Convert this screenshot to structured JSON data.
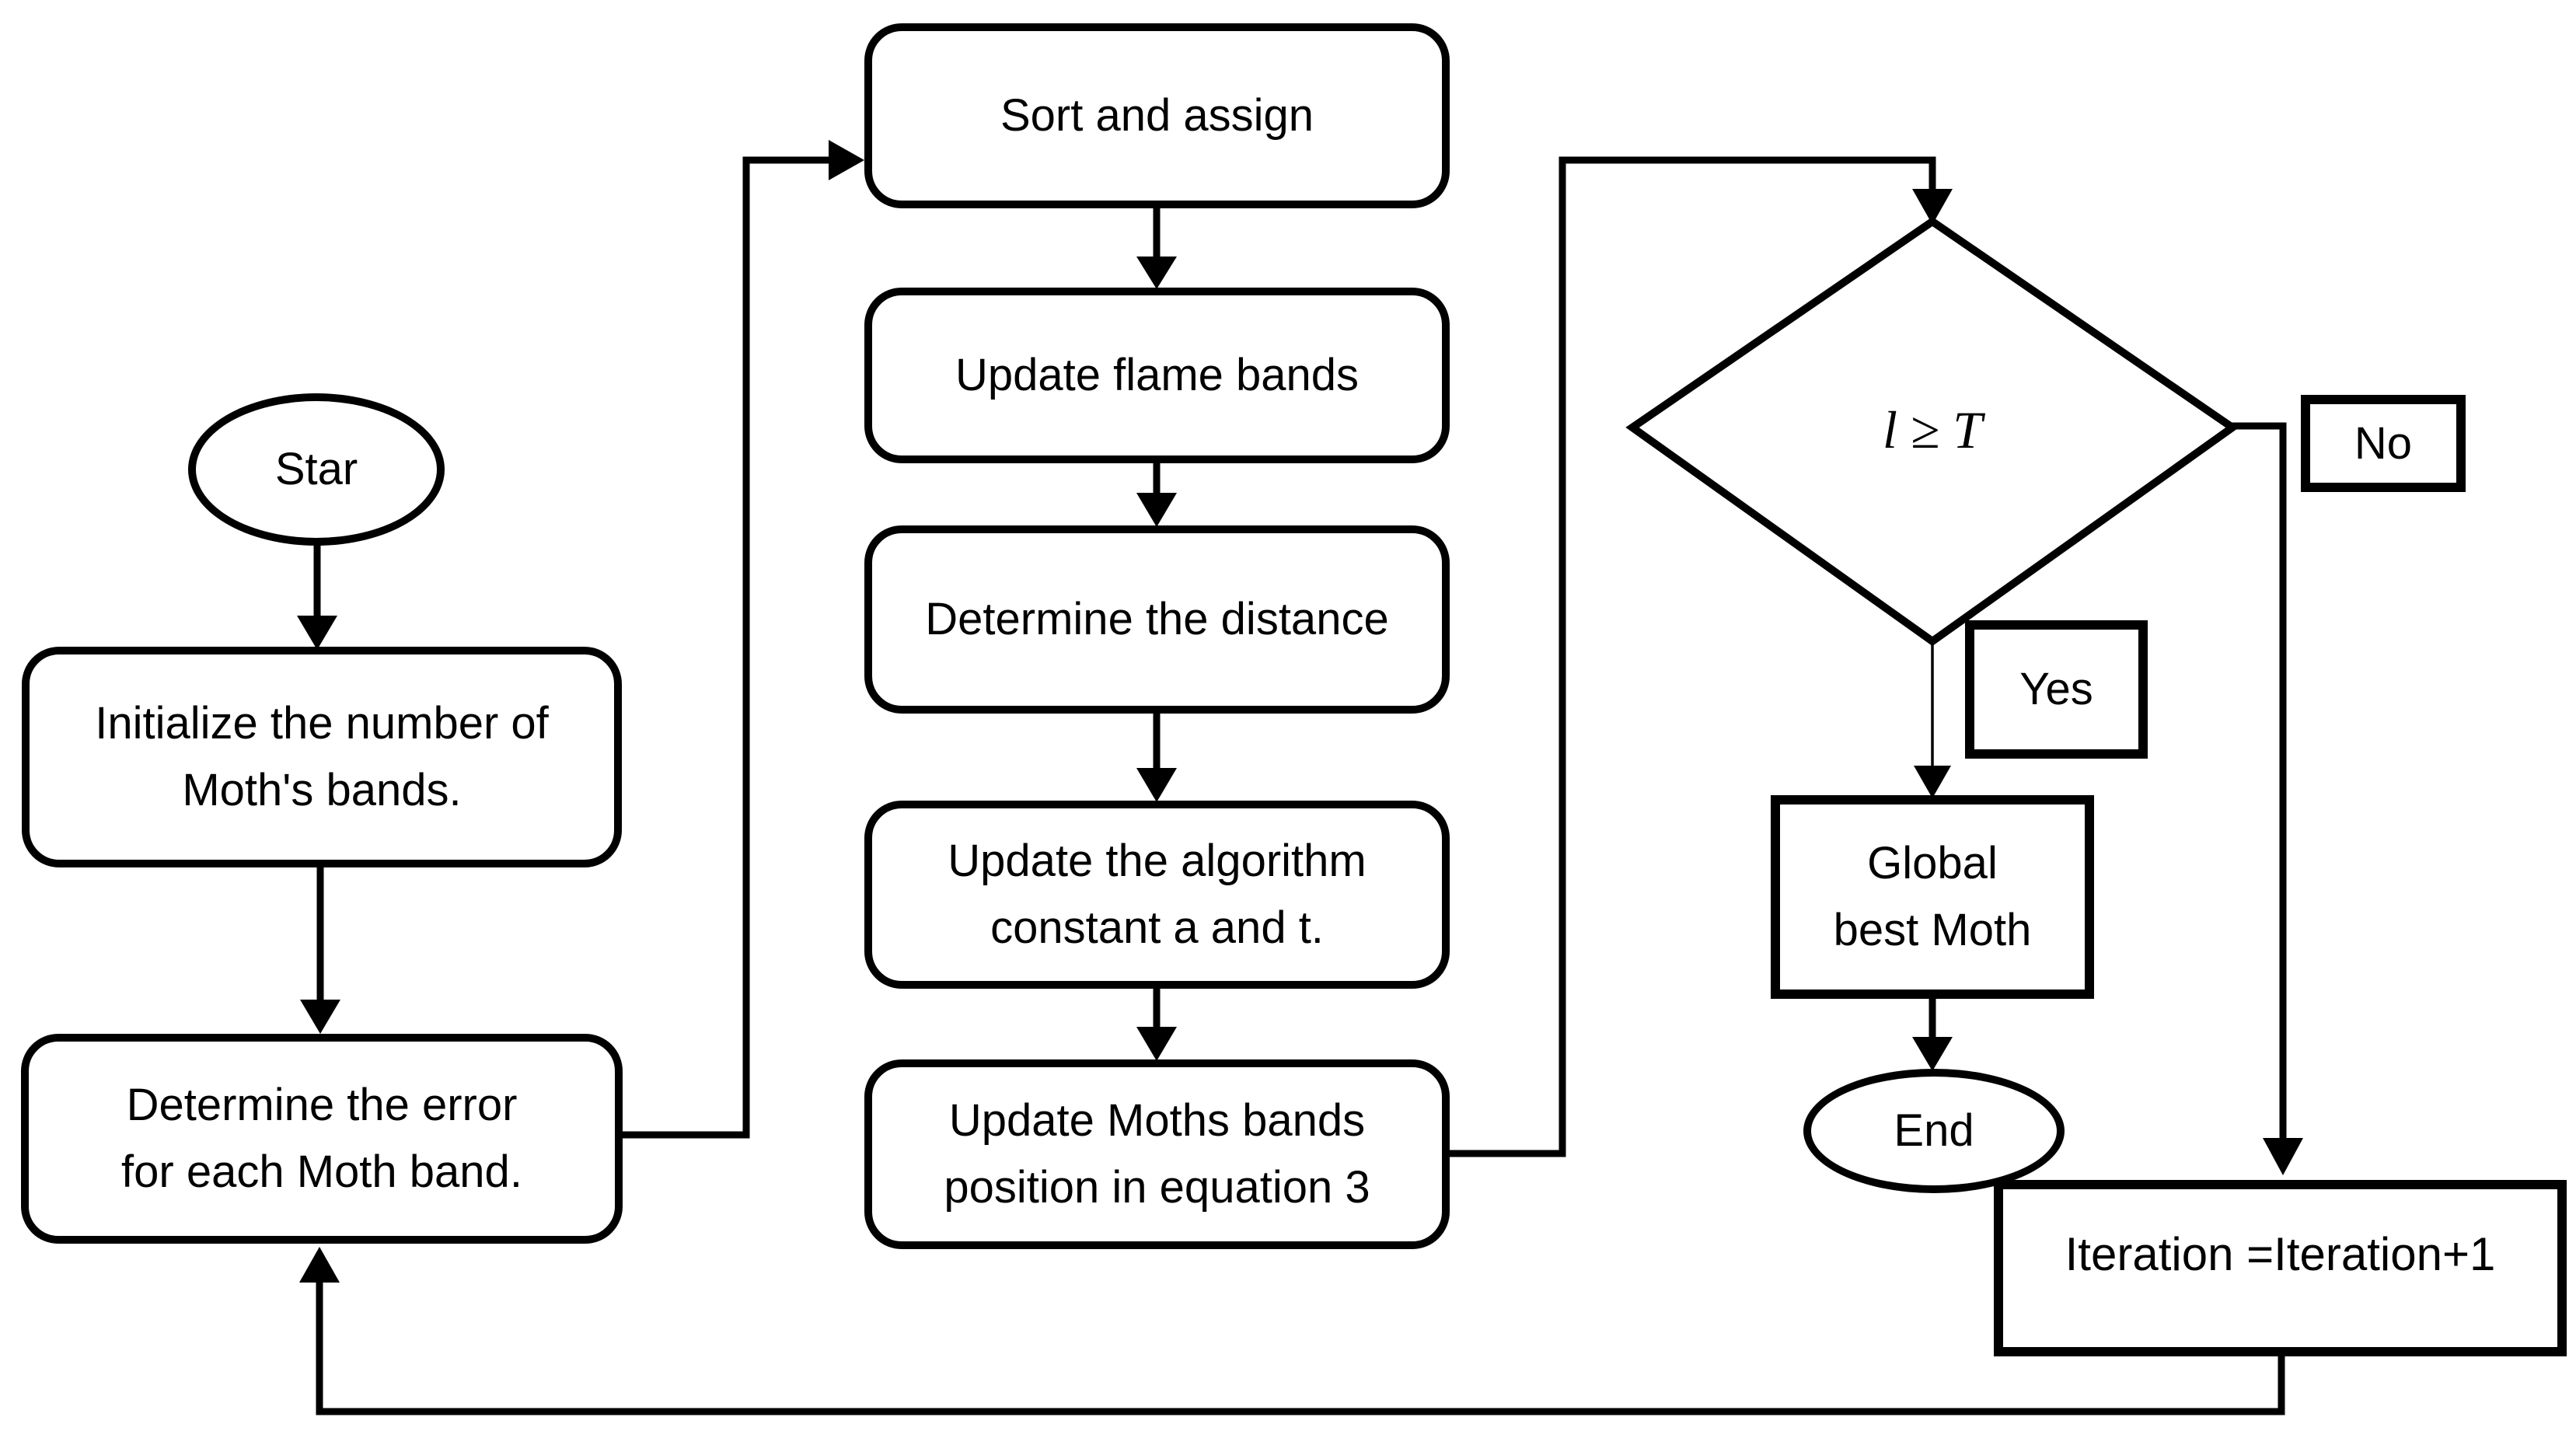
{
  "diagram": {
    "colors": {
      "stroke": "#000000",
      "background": "#ffffff"
    },
    "nodes": {
      "start": {
        "label": "Star"
      },
      "initialize": {
        "label": "Initialize the number of\nMoth's bands."
      },
      "determine_error": {
        "label": "Determine the error\nfor each Moth band."
      },
      "sort_assign": {
        "label": "Sort and assign"
      },
      "update_flame": {
        "label": "Update flame bands"
      },
      "determine_distance": {
        "label": "Determine the distance"
      },
      "update_algorithm": {
        "label": "Update the algorithm\nconstant a and t."
      },
      "update_moths": {
        "label": "Update Moths bands\nposition in equation 3"
      },
      "decision": {
        "label": "l ≥ T"
      },
      "yes_branch": {
        "label": "Yes"
      },
      "no_branch": {
        "label": "No"
      },
      "global_best": {
        "label": "Global\nbest Moth"
      },
      "iteration": {
        "label": "Iteration =Iteration+1"
      },
      "end": {
        "label": "End"
      }
    }
  }
}
